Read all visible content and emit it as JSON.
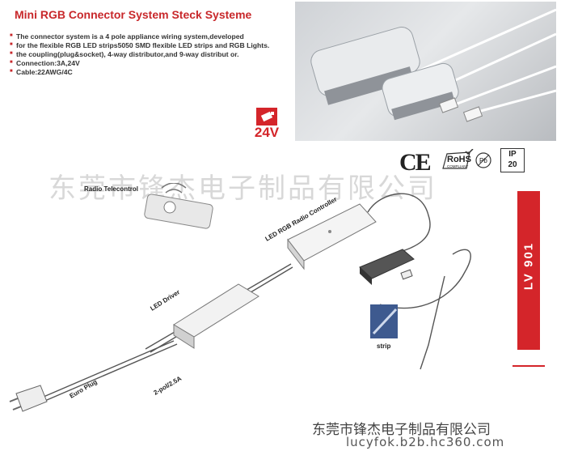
{
  "title": "Mini RGB Connector System Steck Systeme",
  "specs": [
    "The  connector system is a 4 pole appliance wiring system,developed",
    "for the flexible RGB  LED strips5050 SMD flexible LED strips and RGB Lights.",
    "the coupling(plug&socket), 4-way distributor,and 9-way distribut  or.",
    "Connection:3A,24V",
    "Cable:22AWG/4C"
  ],
  "voltage_badge": "24V",
  "certs": {
    "ce": "CE",
    "rohs": "RoHS",
    "rohs_sub": "COMPLIANT",
    "pb": "Pb",
    "ip_label": "IP",
    "ip_value": "20"
  },
  "watermark": "东莞市锋杰电子制品有限公司",
  "model": "LV 901",
  "diagram_labels": {
    "radio": "Radio Telecontrol",
    "controller": "LED RGB Radio Controller",
    "driver": "LED Driver",
    "euro": "Euro Plug",
    "cable": "2-pol/2.5A",
    "strip": "strip"
  },
  "company": "东莞市锋杰电子制品有限公司",
  "url": "lucyfok.b2b.hc360.com",
  "colors": {
    "accent": "#c8282b",
    "model_bar": "#d4252a"
  }
}
